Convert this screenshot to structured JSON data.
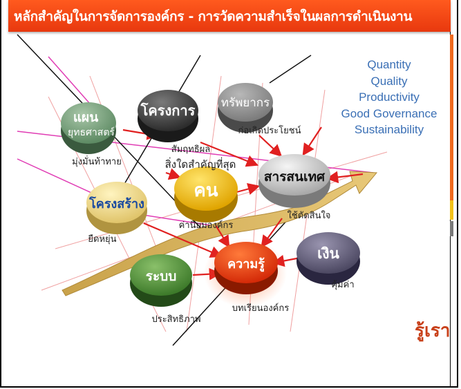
{
  "banner": {
    "title": "หลักสำคัญในการจัดการองค์กร - การวัดความสำเร็จในผลการดำเนินงาน"
  },
  "measures": [
    "Quantity",
    "Quality",
    "Productivity",
    "Good Governance",
    "Sustainability"
  ],
  "nodes": {
    "plan": {
      "label": "แผน",
      "sub": "ยุทธศาสตร์",
      "caption": "มุ่งมั่นท้าทาย"
    },
    "project": {
      "label": "โครงการ",
      "caption": "สัมฤทธิผล"
    },
    "resource": {
      "label": "ทรัพยากร",
      "caption": "ก่อเกิดประโยชน์"
    },
    "information": {
      "label": "สารสนเทศ",
      "caption": "ใช้ตัดสินใจ"
    },
    "people": {
      "label": "คน",
      "caption": "ค่านิยมองค์กร",
      "note": "สิ่งใดสำคัญที่สุด"
    },
    "structure": {
      "label": "โครงสร้าง",
      "caption": "ยืดหยุ่น"
    },
    "system": {
      "label": "ระบบ",
      "caption": "ประสิทธิภาพ"
    },
    "knowledge": {
      "label": "ความรู้",
      "caption": "บทเรียนองค์กร"
    },
    "money": {
      "label": "เงิน",
      "caption": "คุ้มค่า"
    }
  },
  "logo": "รู้เรา",
  "colors": {
    "banner": "#ee4a14",
    "measures": "#3a6fb5",
    "arrow": "#e02020",
    "gold_arrow": "#d4b15a",
    "pink_line": "#e03cb4"
  },
  "icons": [
    "up-arrow-icon"
  ]
}
